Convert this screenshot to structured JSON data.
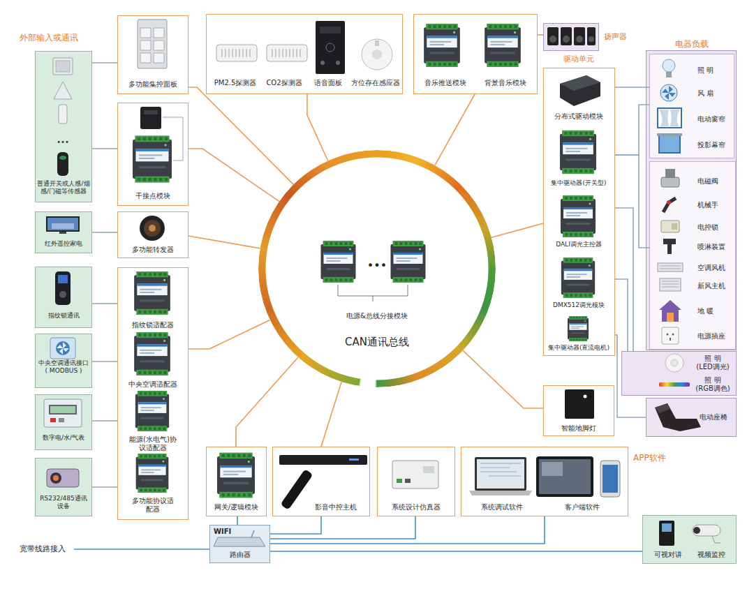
{
  "diagram": {
    "nodes": [
      {
        "text": [
          "普通开关或人感/烟感/门磁等传感器"
        ]
      },
      {
        "text": [
          "红外遥控家电"
        ]
      },
      {
        "text": [
          "指纹锁通讯"
        ]
      },
      {
        "text": [
          "中央空调通讯接口 ( MODBUS )"
        ]
      },
      {
        "text": [
          "数字电/水/气表"
        ]
      },
      {
        "text": [
          "RS232/485通讯设备"
        ]
      },
      {
        "text": [
          "多功能集控面板"
        ]
      },
      {
        "text": [
          "干接点模块"
        ]
      },
      {
        "text": [
          "多功能转发器"
        ]
      },
      {
        "text": [
          "指纹锁适配器",
          "中央空调适配器",
          "能源(水电气)协议适配器",
          "多功能协议适配器"
        ]
      },
      {
        "text": [
          "PM2.5探测器",
          "CO2探测器",
          "语音面板",
          "方位存在感应器"
        ]
      },
      {
        "text": [
          "音乐推送模块",
          "背景音乐模块"
        ]
      },
      {
        "text": [
          "扬声器"
        ]
      },
      {
        "text": [
          "驱动单元"
        ]
      },
      {
        "text": [
          "分布式驱动模块"
        ],
        "in": 13
      },
      {
        "text": [
          "集中驱动器(开关型)"
        ],
        "in": 13
      },
      {
        "text": [
          "DALI调光主控器"
        ],
        "in": 13
      },
      {
        "text": [
          "DMX512调光模块"
        ],
        "in": 13
      },
      {
        "text": [
          "集中驱动器(直流电机)"
        ],
        "in": 13
      },
      {
        "text": [
          "电器负载"
        ]
      },
      {
        "text": [
          "照 明",
          "风 扇",
          "电动窗帘",
          "投影幕帘"
        ],
        "in": 19
      },
      {
        "text": [
          "电磁阀",
          "机械手",
          "电控锁",
          "喷淋装置",
          "空调风机",
          "新风主机",
          "地 暖",
          "电源插座"
        ],
        "in": 19
      },
      {
        "text": [
          "照 明 (LED调光)",
          "照 明 (RGB调色)"
        ]
      },
      {
        "text": [
          "电动座椅"
        ]
      },
      {
        "text": [
          "电源&总线分接模块",
          "CAN通讯总线"
        ]
      },
      {
        "text": [
          "智能地脚灯"
        ]
      },
      {
        "text": [
          "网关/逻辑模块"
        ]
      },
      {
        "text": [
          "影音中控主机"
        ]
      },
      {
        "text": [
          "系统设计仿真器"
        ]
      },
      {
        "text": [
          "APP软件",
          "系统调试软件",
          "客户端软件"
        ]
      },
      {
        "text": [
          "WIFI",
          "路由器"
        ]
      },
      {
        "text": [
          "可视对讲",
          "视频监控"
        ]
      }
    ],
    "edges": [
      {
        "from": 0,
        "to": 6,
        "arrow": "none"
      },
      {
        "from": 0,
        "to": 7,
        "arrow": "none"
      },
      {
        "from": 1,
        "to": 8,
        "arrow": "none"
      },
      {
        "from": 2,
        "to": 9,
        "arrow": "none"
      },
      {
        "from": 3,
        "to": 9,
        "arrow": "none"
      },
      {
        "from": 4,
        "to": 9,
        "arrow": "none"
      },
      {
        "from": 5,
        "to": 9,
        "arrow": "none"
      },
      {
        "from": 6,
        "to": 24,
        "arrow": "none"
      },
      {
        "from": 7,
        "to": 24,
        "arrow": "none"
      },
      {
        "from": 8,
        "to": 24,
        "arrow": "none"
      },
      {
        "from": 9,
        "to": 24,
        "arrow": "none"
      },
      {
        "from": 10,
        "to": 24,
        "arrow": "none"
      },
      {
        "from": 11,
        "to": 24,
        "arrow": "none"
      },
      {
        "from": 12,
        "to": 11,
        "arrow": "none"
      },
      {
        "from": 13,
        "to": 24,
        "arrow": "none"
      },
      {
        "from": 25,
        "to": 24,
        "arrow": "none"
      },
      {
        "from": 26,
        "to": 24,
        "arrow": "none"
      },
      {
        "from": 27,
        "to": 24,
        "arrow": "none"
      },
      {
        "from": 14,
        "to": 20,
        "arrow": "none"
      },
      {
        "from": 15,
        "to": 20,
        "arrow": "none"
      },
      {
        "from": 15,
        "to": 21,
        "arrow": "none"
      },
      {
        "from": 16,
        "to": 22,
        "arrow": "none"
      },
      {
        "from": 17,
        "to": 22,
        "arrow": "none"
      },
      {
        "from": 18,
        "to": 23,
        "arrow": "none"
      },
      {
        "from": 30,
        "to": 26,
        "arrow": "none"
      },
      {
        "from": 30,
        "to": 27,
        "arrow": "none"
      },
      {
        "from": 30,
        "to": 28,
        "arrow": "none"
      },
      {
        "from": 30,
        "to": 29,
        "arrow": "none"
      },
      {
        "from": 30,
        "to": 31,
        "arrow": "none"
      }
    ],
    "labels": [
      "外部输入或通讯",
      "•••",
      "•••",
      "宽带线路接入"
    ]
  }
}
